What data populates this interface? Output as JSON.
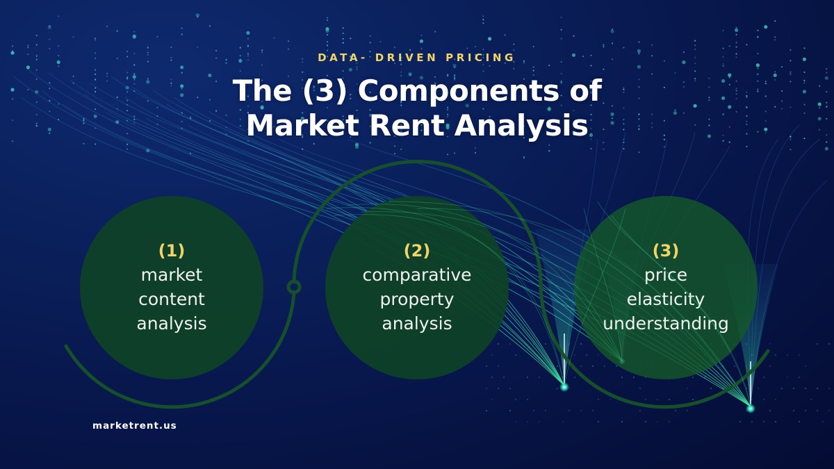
{
  "header": {
    "eyebrow": "DATA- DRIVEN PRICING",
    "title_line1": "The (3) Components of",
    "title_line2": "Market Rent Analysis"
  },
  "components": [
    {
      "number": "(1)",
      "lines": [
        "market",
        "content",
        "analysis"
      ]
    },
    {
      "number": "(2)",
      "lines": [
        "comparative",
        "property",
        "analysis"
      ]
    },
    {
      "number": "(3)",
      "lines": [
        "price",
        "elasticity",
        "understanding"
      ]
    }
  ],
  "footer": {
    "site": "marketrent.us"
  },
  "colors": {
    "background": "#0a1f5a",
    "background_dark": "#040c33",
    "circle_fill": "#0e4226",
    "connector_line": "#15502a",
    "accent_gold": "#f1d465",
    "text_white": "#ffffff",
    "glow_cyan": "#3ee8c8"
  },
  "decorations": {
    "background_icon": "digital-data-streams",
    "light_fountains": [
      "fiber-fountain-1",
      "fiber-fountain-2",
      "fiber-fountain-3"
    ]
  }
}
